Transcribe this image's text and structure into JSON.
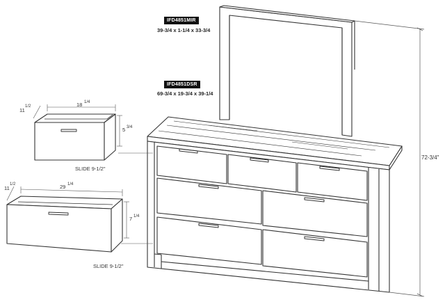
{
  "mirror": {
    "code": "IFD4851MIR",
    "dims": "39-3/4 x 1-1/4 x 33-3/4"
  },
  "dresser": {
    "code": "IFD4851DSR",
    "dims": "69-3/4 x 19-3/4 x 39-1/4"
  },
  "overall_height": "72-3/4\"",
  "small_drawer": {
    "width": "18",
    "width_frac": "1/4",
    "depth": "11",
    "depth_frac": "1/2",
    "height": "5",
    "height_frac": "3/4",
    "slide": "SLIDE 9-1/2\""
  },
  "large_drawer": {
    "width": "29",
    "width_frac": "1/4",
    "depth": "11",
    "depth_frac": "1/2",
    "height": "7",
    "height_frac": "1/4",
    "slide": "SLIDE 9-1/2\""
  }
}
